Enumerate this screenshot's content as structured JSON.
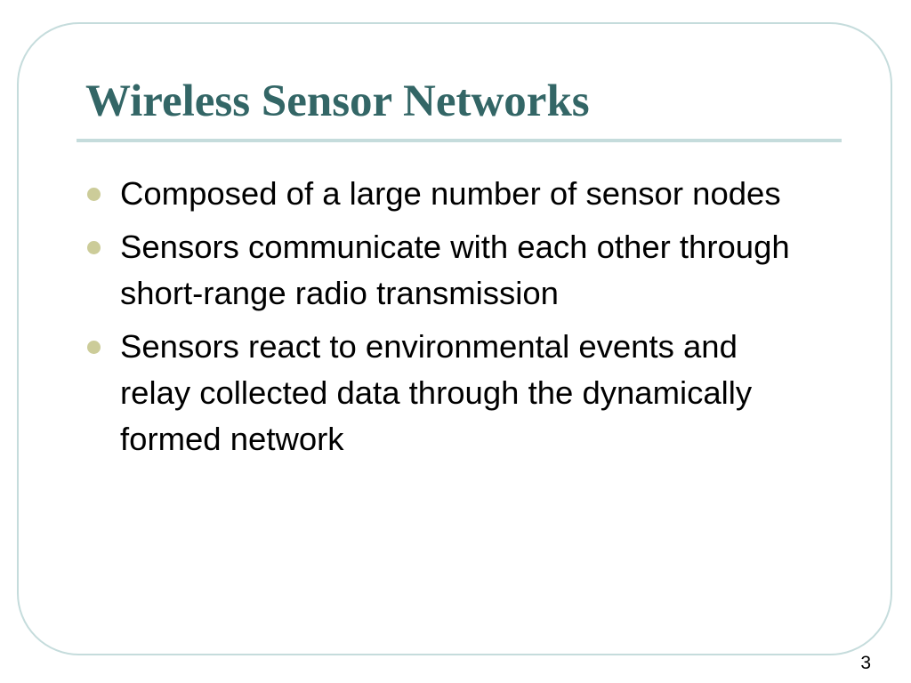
{
  "slide": {
    "title": "Wireless Sensor Networks",
    "bullets": [
      "Composed of a large number of sensor nodes",
      "Sensors communicate with each other through short-range radio transmission",
      "Sensors react to environmental events and relay collected data through the dynamically formed network"
    ],
    "page_number": "3"
  },
  "colors": {
    "title": "#336666",
    "frame_border": "#c5dcdc",
    "bullet_dot": "#cccc99",
    "body_text": "#000000",
    "background": "#ffffff"
  }
}
